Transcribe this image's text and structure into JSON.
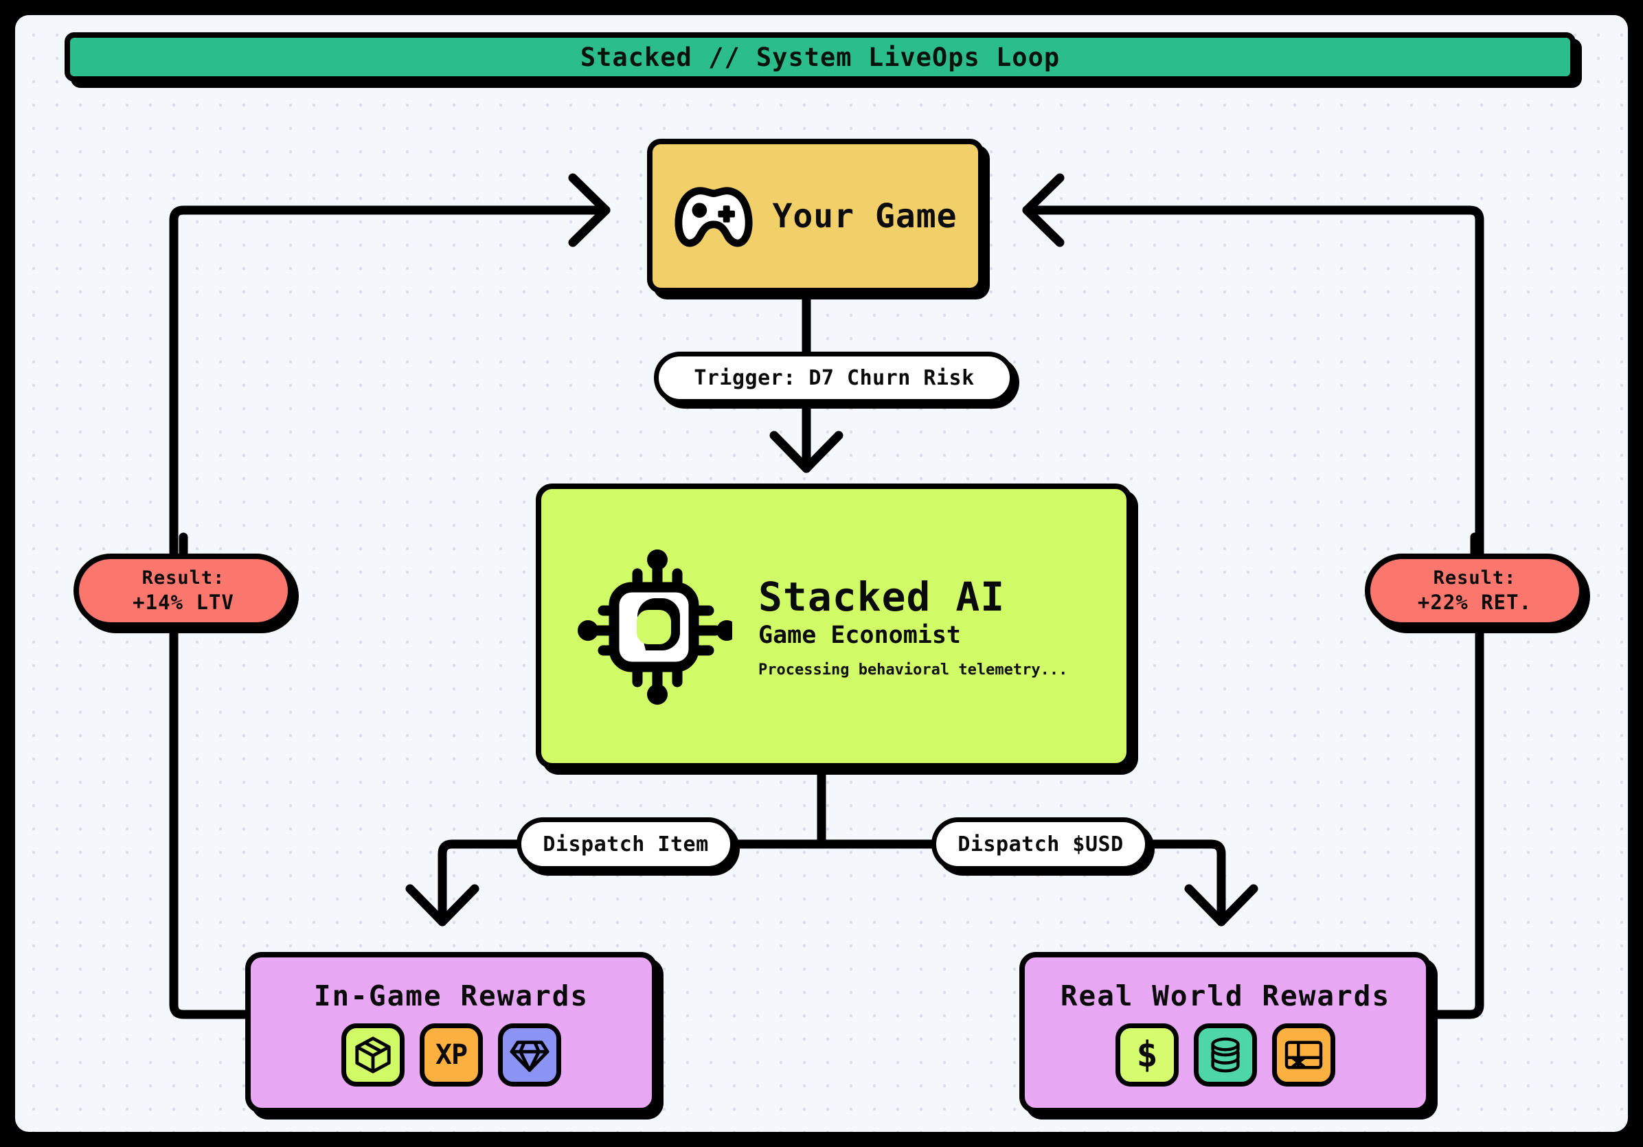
{
  "title": {
    "text": "Stacked // System LiveOps Loop",
    "bg": "#2bbd8c"
  },
  "colors": {
    "frame": "#000000",
    "canvas": "#f4f7fb",
    "game": "#f1cf69",
    "ai": "#d0fb66",
    "rewards": "#e8a8f3",
    "result": "#fb766d",
    "pill": "#ffffff",
    "teal": "#4fd6a8",
    "orange": "#fbb03f",
    "periwinkle": "#8b93f5",
    "lime": "#d0fb66"
  },
  "nodes": {
    "your_game": {
      "label": "Your Game",
      "icon": "gamepad-icon"
    },
    "stacked_ai": {
      "title": "Stacked AI",
      "subtitle": "Game Economist",
      "status": "Processing behavioral telemetry...",
      "icon": "cpu-chip-icon"
    },
    "in_game_rewards": {
      "title": "In-Game Rewards",
      "chips": [
        {
          "name": "loot-box-icon",
          "label": "",
          "bg": "#d0fb66"
        },
        {
          "name": "xp-icon",
          "label": "XP",
          "bg": "#fbb03f"
        },
        {
          "name": "gem-icon",
          "label": "",
          "bg": "#8b93f5"
        }
      ]
    },
    "real_world_rewards": {
      "title": "Real World Rewards",
      "chips": [
        {
          "name": "dollar-icon",
          "label": "$",
          "bg": "#d6fb6e"
        },
        {
          "name": "coins-stack-icon",
          "label": "",
          "bg": "#4fd6a8"
        },
        {
          "name": "gift-card-icon",
          "label": "",
          "bg": "#fbb03f"
        }
      ]
    }
  },
  "edge_labels": {
    "trigger": "Trigger: D7 Churn Risk",
    "dispatch_item": "Dispatch Item",
    "dispatch_usd": "Dispatch $USD"
  },
  "results": {
    "left": {
      "line1": "Result:",
      "line2": "+14% LTV"
    },
    "right": {
      "line1": "Result:",
      "line2": "+22% RET."
    }
  }
}
